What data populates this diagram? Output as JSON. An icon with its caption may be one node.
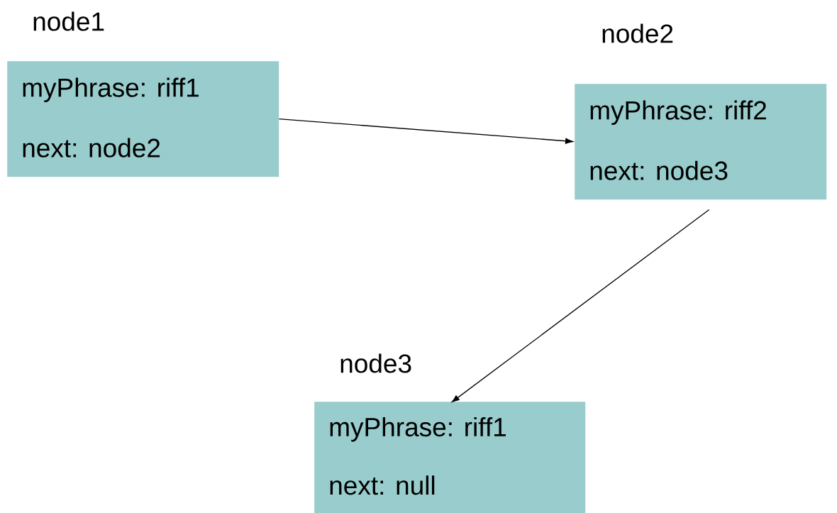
{
  "diagram": {
    "nodes": [
      {
        "text": [
          "node1",
          "myPhrase: riff1",
          "next: node2"
        ]
      },
      {
        "text": [
          "node2",
          "myPhrase: riff2",
          "next: node3"
        ]
      },
      {
        "text": [
          "node3",
          "myPhrase: riff1",
          "next: null"
        ]
      }
    ],
    "edges": [
      {
        "from": 0,
        "to": 1,
        "arrow": "to"
      },
      {
        "from": 1,
        "to": 2,
        "arrow": "to"
      }
    ]
  }
}
